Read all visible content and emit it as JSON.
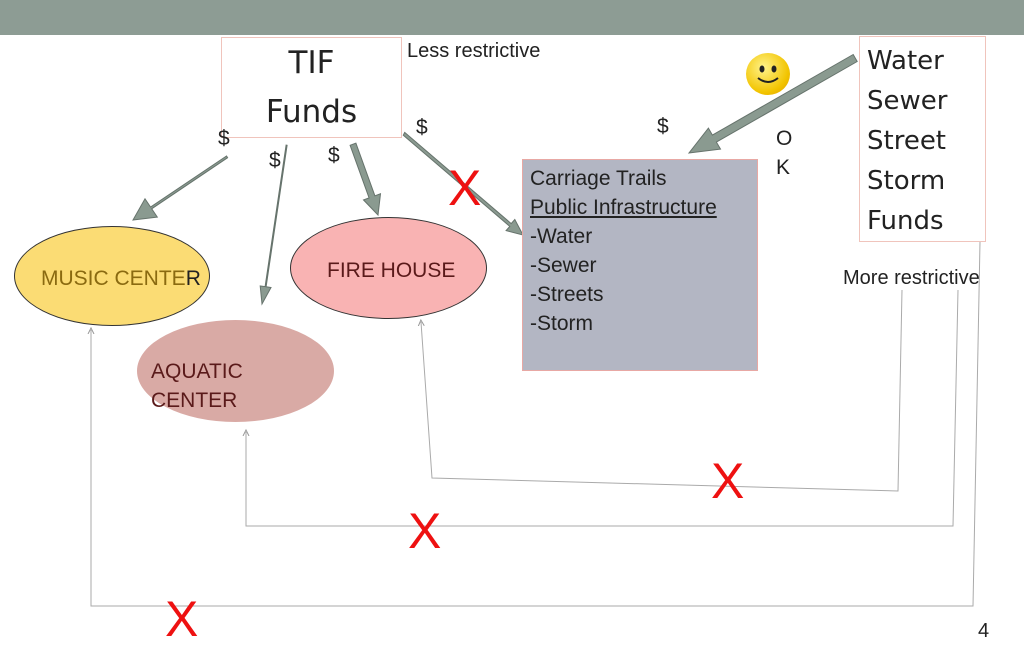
{
  "slide": {
    "page_number": "4",
    "colors": {
      "header_bar": "#8d9c94",
      "arrow": "#8a9a90",
      "x_mark": "#ee1111",
      "carriage_box": "#b3b6c3",
      "music_fill": "#fbdc74",
      "fire_fill": "#f9b3b3",
      "aquatic_fill": "#d9aaa5"
    }
  },
  "tif_box": {
    "line1": "TIF",
    "line2": "Funds"
  },
  "labels": {
    "less_restrictive": "Less restrictive",
    "more_restrictive": "More restrictive",
    "dollar": "$",
    "ok_o": "O",
    "ok_k": "K"
  },
  "funds_box": {
    "lines": [
      "Water",
      "Sewer",
      "Street",
      "Storm",
      "Funds"
    ]
  },
  "targets": {
    "music_prefix": "MUSIC CENTE",
    "music_suffix": "R",
    "fire_house": "FIRE HOUSE",
    "aquatic_line1": "AQUATIC",
    "aquatic_line2": "CENTER"
  },
  "carriage": {
    "title": "Carriage Trails",
    "subtitle": "Public Infrastructure",
    "items": [
      "-Water",
      "-Sewer",
      "-Streets",
      "-Storm"
    ]
  },
  "marks": {
    "x": "X",
    "smiley_icon": "smiley-face-icon"
  }
}
